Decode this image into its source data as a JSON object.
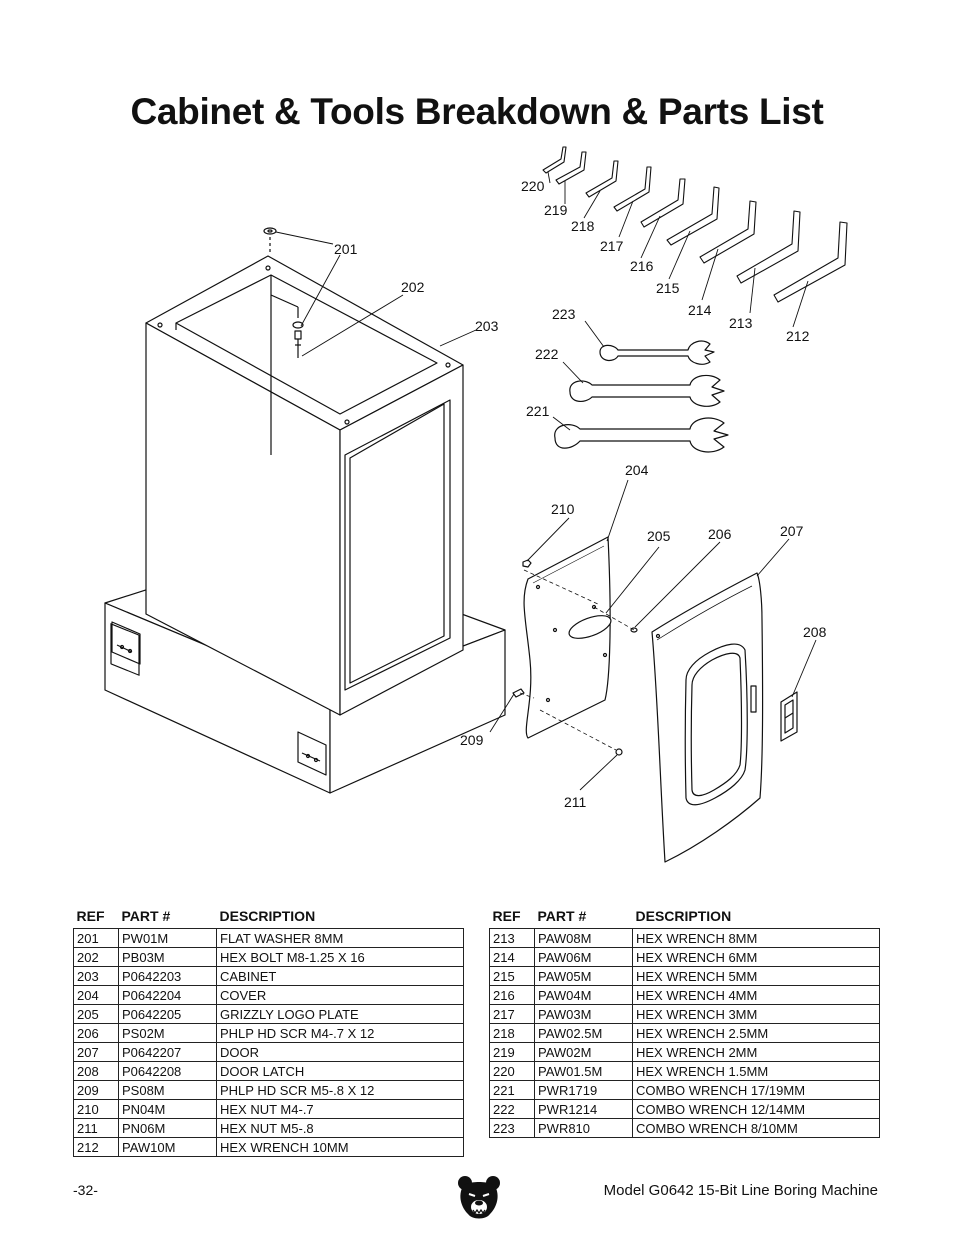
{
  "title": "Cabinet & Tools Breakdown & Parts List",
  "callouts": [
    "201",
    "202",
    "203",
    "204",
    "205",
    "206",
    "207",
    "208",
    "209",
    "210",
    "211",
    "212",
    "213",
    "214",
    "215",
    "216",
    "217",
    "218",
    "219",
    "220",
    "221",
    "222",
    "223"
  ],
  "table_headers": {
    "ref": "REF",
    "part": "PART #",
    "desc": "DESCRIPTION"
  },
  "parts_left": [
    {
      "ref": "201",
      "part": "PW01M",
      "desc": "FLAT WASHER 8MM"
    },
    {
      "ref": "202",
      "part": "PB03M",
      "desc": "HEX BOLT M8-1.25 X 16"
    },
    {
      "ref": "203",
      "part": "P0642203",
      "desc": "CABINET"
    },
    {
      "ref": "204",
      "part": "P0642204",
      "desc": "COVER"
    },
    {
      "ref": "205",
      "part": "P0642205",
      "desc": "GRIZZLY LOGO PLATE"
    },
    {
      "ref": "206",
      "part": "PS02M",
      "desc": "PHLP HD SCR M4-.7 X 12"
    },
    {
      "ref": "207",
      "part": "P0642207",
      "desc": "DOOR"
    },
    {
      "ref": "208",
      "part": "P0642208",
      "desc": "DOOR LATCH"
    },
    {
      "ref": "209",
      "part": "PS08M",
      "desc": "PHLP HD SCR M5-.8 X 12"
    },
    {
      "ref": "210",
      "part": "PN04M",
      "desc": "HEX NUT M4-.7"
    },
    {
      "ref": "211",
      "part": "PN06M",
      "desc": "HEX NUT M5-.8"
    },
    {
      "ref": "212",
      "part": "PAW10M",
      "desc": "HEX WRENCH 10MM"
    }
  ],
  "parts_right": [
    {
      "ref": "213",
      "part": "PAW08M",
      "desc": "HEX WRENCH 8MM"
    },
    {
      "ref": "214",
      "part": "PAW06M",
      "desc": "HEX WRENCH 6MM"
    },
    {
      "ref": "215",
      "part": "PAW05M",
      "desc": "HEX WRENCH 5MM"
    },
    {
      "ref": "216",
      "part": "PAW04M",
      "desc": "HEX WRENCH 4MM"
    },
    {
      "ref": "217",
      "part": "PAW03M",
      "desc": "HEX WRENCH 3MM"
    },
    {
      "ref": "218",
      "part": "PAW02.5M",
      "desc": "HEX WRENCH 2.5MM"
    },
    {
      "ref": "219",
      "part": "PAW02M",
      "desc": "HEX WRENCH 2MM"
    },
    {
      "ref": "220",
      "part": "PAW01.5M",
      "desc": "HEX WRENCH 1.5MM"
    },
    {
      "ref": "221",
      "part": "PWR1719",
      "desc": "COMBO WRENCH 17/19MM"
    },
    {
      "ref": "222",
      "part": "PWR1214",
      "desc": "COMBO WRENCH 12/14MM"
    },
    {
      "ref": "223",
      "part": "PWR810",
      "desc": "COMBO WRENCH 8/10MM"
    }
  ],
  "footer": {
    "page_number": "-32-",
    "model": "Model G0642  15-Bit Line Boring Machine",
    "logo": "grizzly-bear-icon"
  }
}
